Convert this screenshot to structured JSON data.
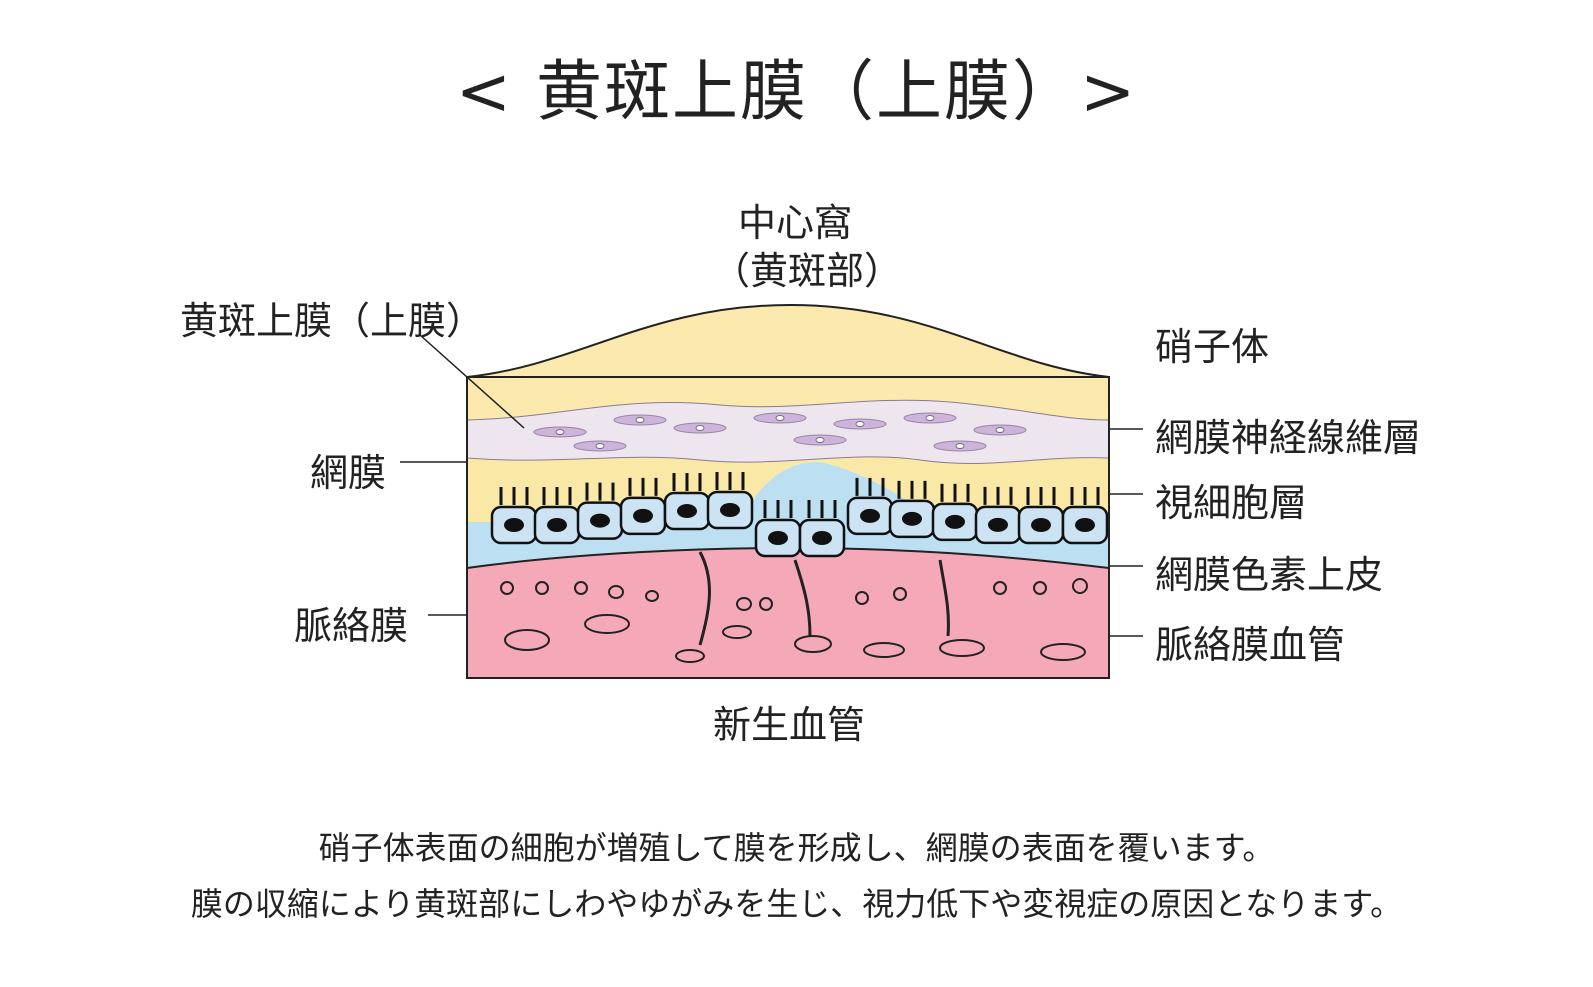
{
  "title": "< 黄斑上膜（上膜）>",
  "labels": {
    "fovea_line1": "中心窩",
    "fovea_line2": "（黄斑部）",
    "erm": "黄斑上膜（上膜）",
    "retina": "網膜",
    "choroid": "脈絡膜",
    "vitreous": "硝子体",
    "nerve_fiber_layer": "網膜神経線維層",
    "photoreceptor_layer": "視細胞層",
    "rpe": "網膜色素上皮",
    "choroidal_vessels": "脈絡膜血管",
    "neovascularization": "新生血管"
  },
  "caption": {
    "line1": "硝子体表面の細胞が増殖して膜を形成し、網膜の表面を覆います。",
    "line2": "膜の収縮により黄斑部にしわやゆがみを生じ、視力低下や変視症の原因となります。"
  },
  "colors": {
    "vitreous": "#fbe9ad",
    "membrane": "#ede6ef",
    "photoreceptor": "#fae8a6",
    "rpe_zone": "#bcdff2",
    "choroid": "#f5a9b8",
    "cell_fill": "#cbe3f2",
    "nucleus": "#111111",
    "spindle_cell": "#cdb4da"
  }
}
